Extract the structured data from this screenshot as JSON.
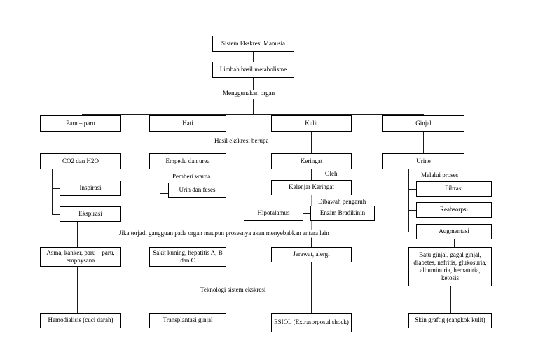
{
  "diagram": {
    "title": "Sistem Ekskresi Manusia",
    "type": "flowchart",
    "nodes": {
      "root": "Sistem Ekskresi Manusia",
      "waste": "Limbah hasil metabolisme",
      "organs": [
        {
          "id": "paru",
          "label": "Paru – paru"
        },
        {
          "id": "hati",
          "label": "Hati"
        },
        {
          "id": "kulit",
          "label": "Kulit"
        },
        {
          "id": "ginjal",
          "label": "Ginjal"
        }
      ],
      "products": [
        {
          "id": "co2",
          "label": "CO2 dan H2O"
        },
        {
          "id": "empedu",
          "label": "Empedu dan urea"
        },
        {
          "id": "keringat",
          "label": "Keringat"
        },
        {
          "id": "urine",
          "label": "Urine"
        }
      ],
      "paru_sub": [
        {
          "id": "inspirasi",
          "label": "Inspirasi"
        },
        {
          "id": "ekspirasi",
          "label": "Ekspirasi"
        }
      ],
      "hati_sub": [
        {
          "id": "urin_feses",
          "label": "Urin dan feses"
        }
      ],
      "kulit_sub": [
        {
          "id": "kelenjar",
          "label": "Kelenjar Keringat"
        },
        {
          "id": "hipotalamus",
          "label": "Hipotalamus"
        },
        {
          "id": "enzim",
          "label": "Enzim Bradikinin"
        }
      ],
      "ginjal_sub": [
        {
          "id": "filtrasi",
          "label": "Filtrasi"
        },
        {
          "id": "reabsorpsi",
          "label": "Reabsorpsi"
        },
        {
          "id": "augmentasi",
          "label": "Augmentasi"
        }
      ],
      "diseases": [
        {
          "id": "d_paru",
          "label": "Asma, kanker, paru – paru, emphysana"
        },
        {
          "id": "d_hati",
          "label": "Sakit kuning, hepatitis A, B dan C"
        },
        {
          "id": "d_kulit",
          "label": "Jerawat, alergi"
        },
        {
          "id": "d_ginjal",
          "label": "Batu ginjal, gagal ginjal, diabetes, nefritis, glukosuria, albuminuria, hematuria, ketosis"
        }
      ],
      "technology": [
        {
          "id": "t_paru",
          "label": "Hemodialisis (cuci darah)"
        },
        {
          "id": "t_hati",
          "label": "Transplantasi ginjal"
        },
        {
          "id": "t_kulit",
          "label": "ESIOL (Extrasorposul shock)"
        },
        {
          "id": "t_ginjal",
          "label": "Skin graftig (cangkok kulit)"
        }
      ]
    },
    "edge_labels": {
      "menggunakan_organ": "Menggunakan organ",
      "hasil_ekskresi": "Hasil ekskresi berupa",
      "pemberi_warna": "Pemberi warna",
      "oleh": "Oleh",
      "dibawah_pengaruh": "Dibawah pengaruh",
      "melalui_proses": "Melalui proses",
      "gangguan": "Jika terjadi gangguan pada organ maupun prosesnya akan menyebabkan antara lain",
      "teknologi": "Teknologi sistem ekskresi"
    },
    "colors": {
      "stroke": "#1a1a1a",
      "fill": "#ffffff",
      "text": "#000000"
    }
  }
}
